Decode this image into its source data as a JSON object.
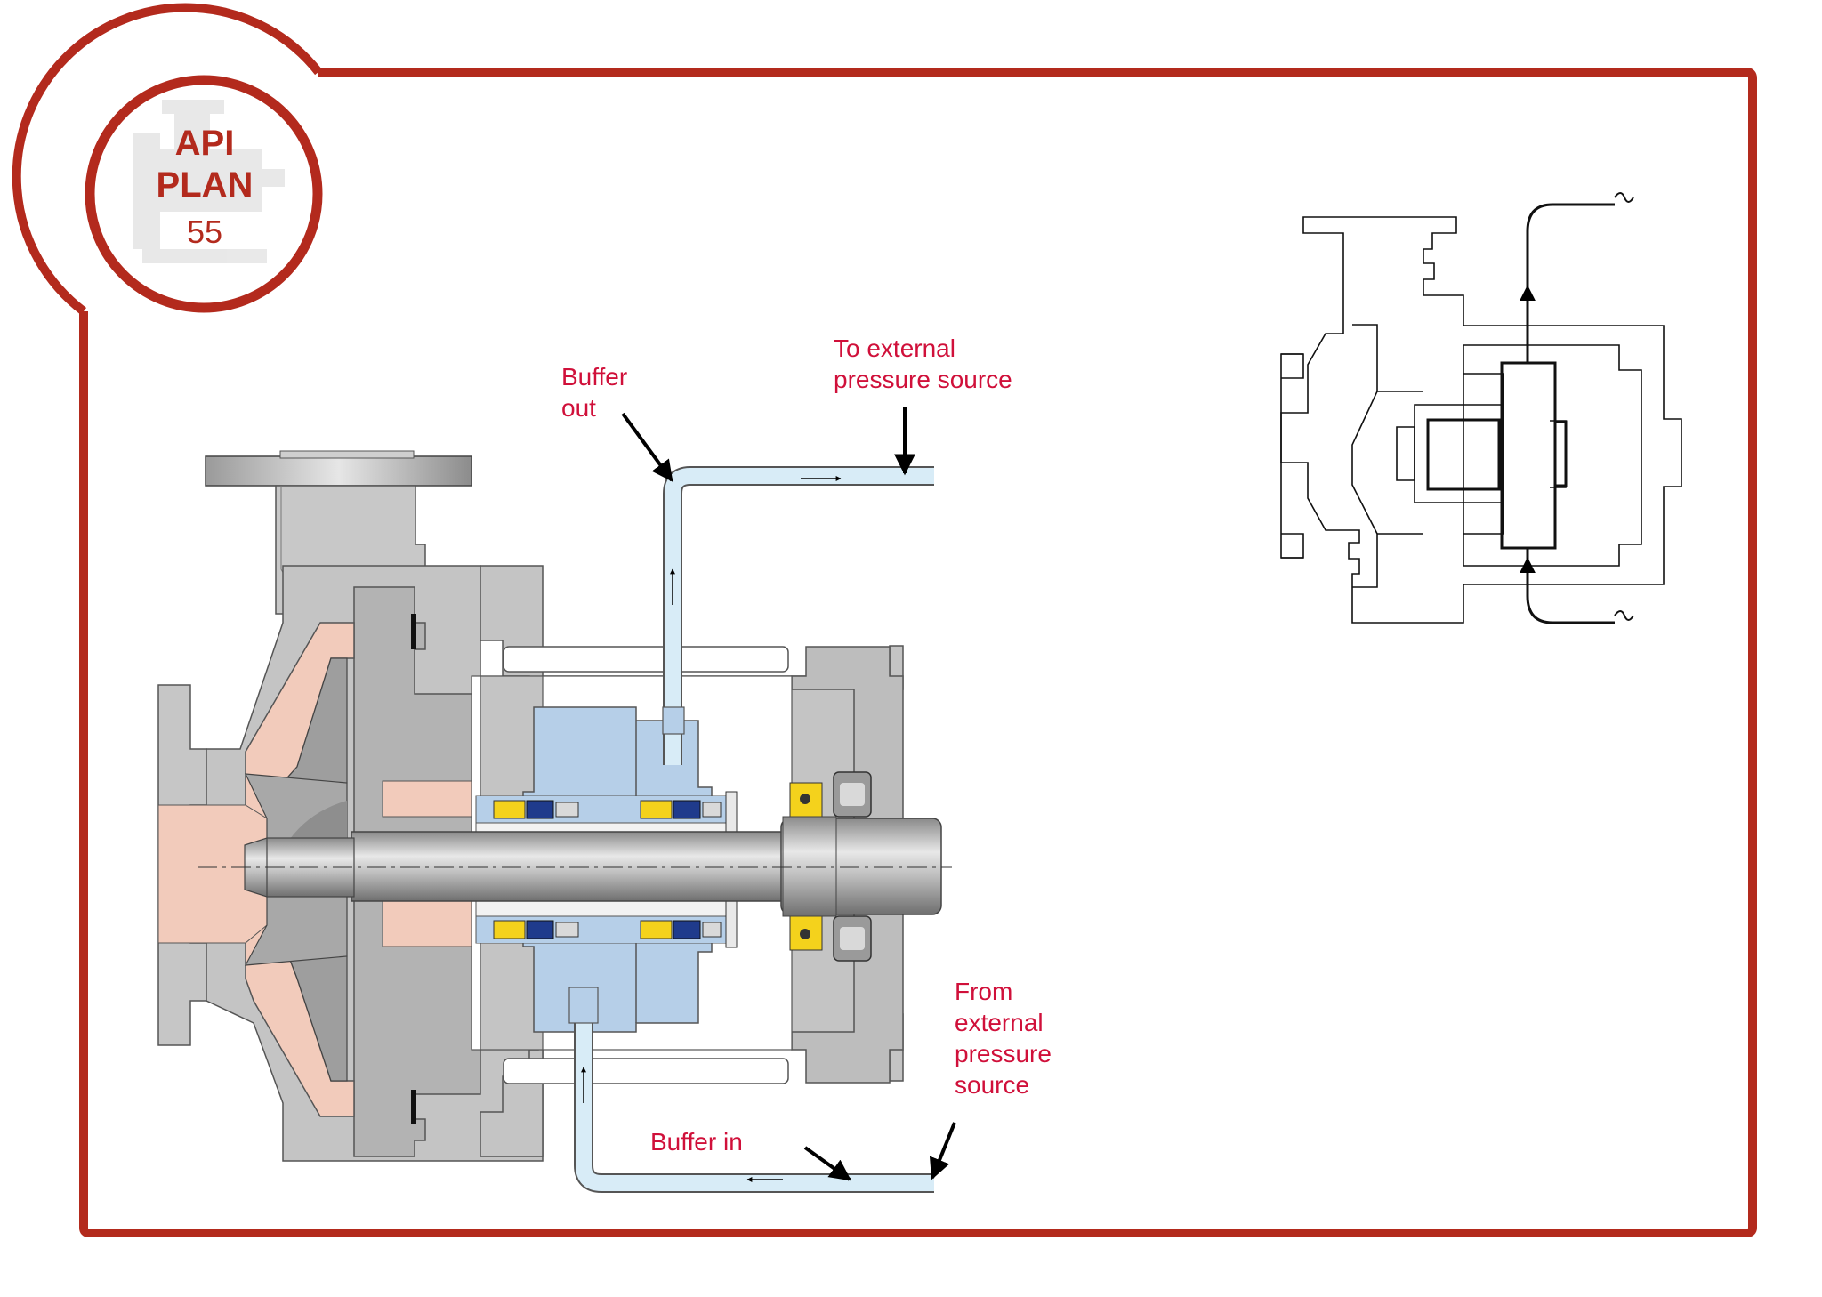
{
  "badge": {
    "line1": "API",
    "line2": "PLAN",
    "line3": "55"
  },
  "labels": {
    "buffer_out": "Buffer\nout",
    "to_external": "To external\npressure source",
    "from_external": "From\nexternal\npressure\nsource",
    "buffer_in": "Buffer in"
  },
  "colors": {
    "frame": "#b32a1d",
    "label": "#d0103a",
    "buffer_line": "#d8ecf7",
    "seal_chamber": "#b6cfe8",
    "casing": "#bfbfbf",
    "impeller": "#f2cbbb"
  }
}
